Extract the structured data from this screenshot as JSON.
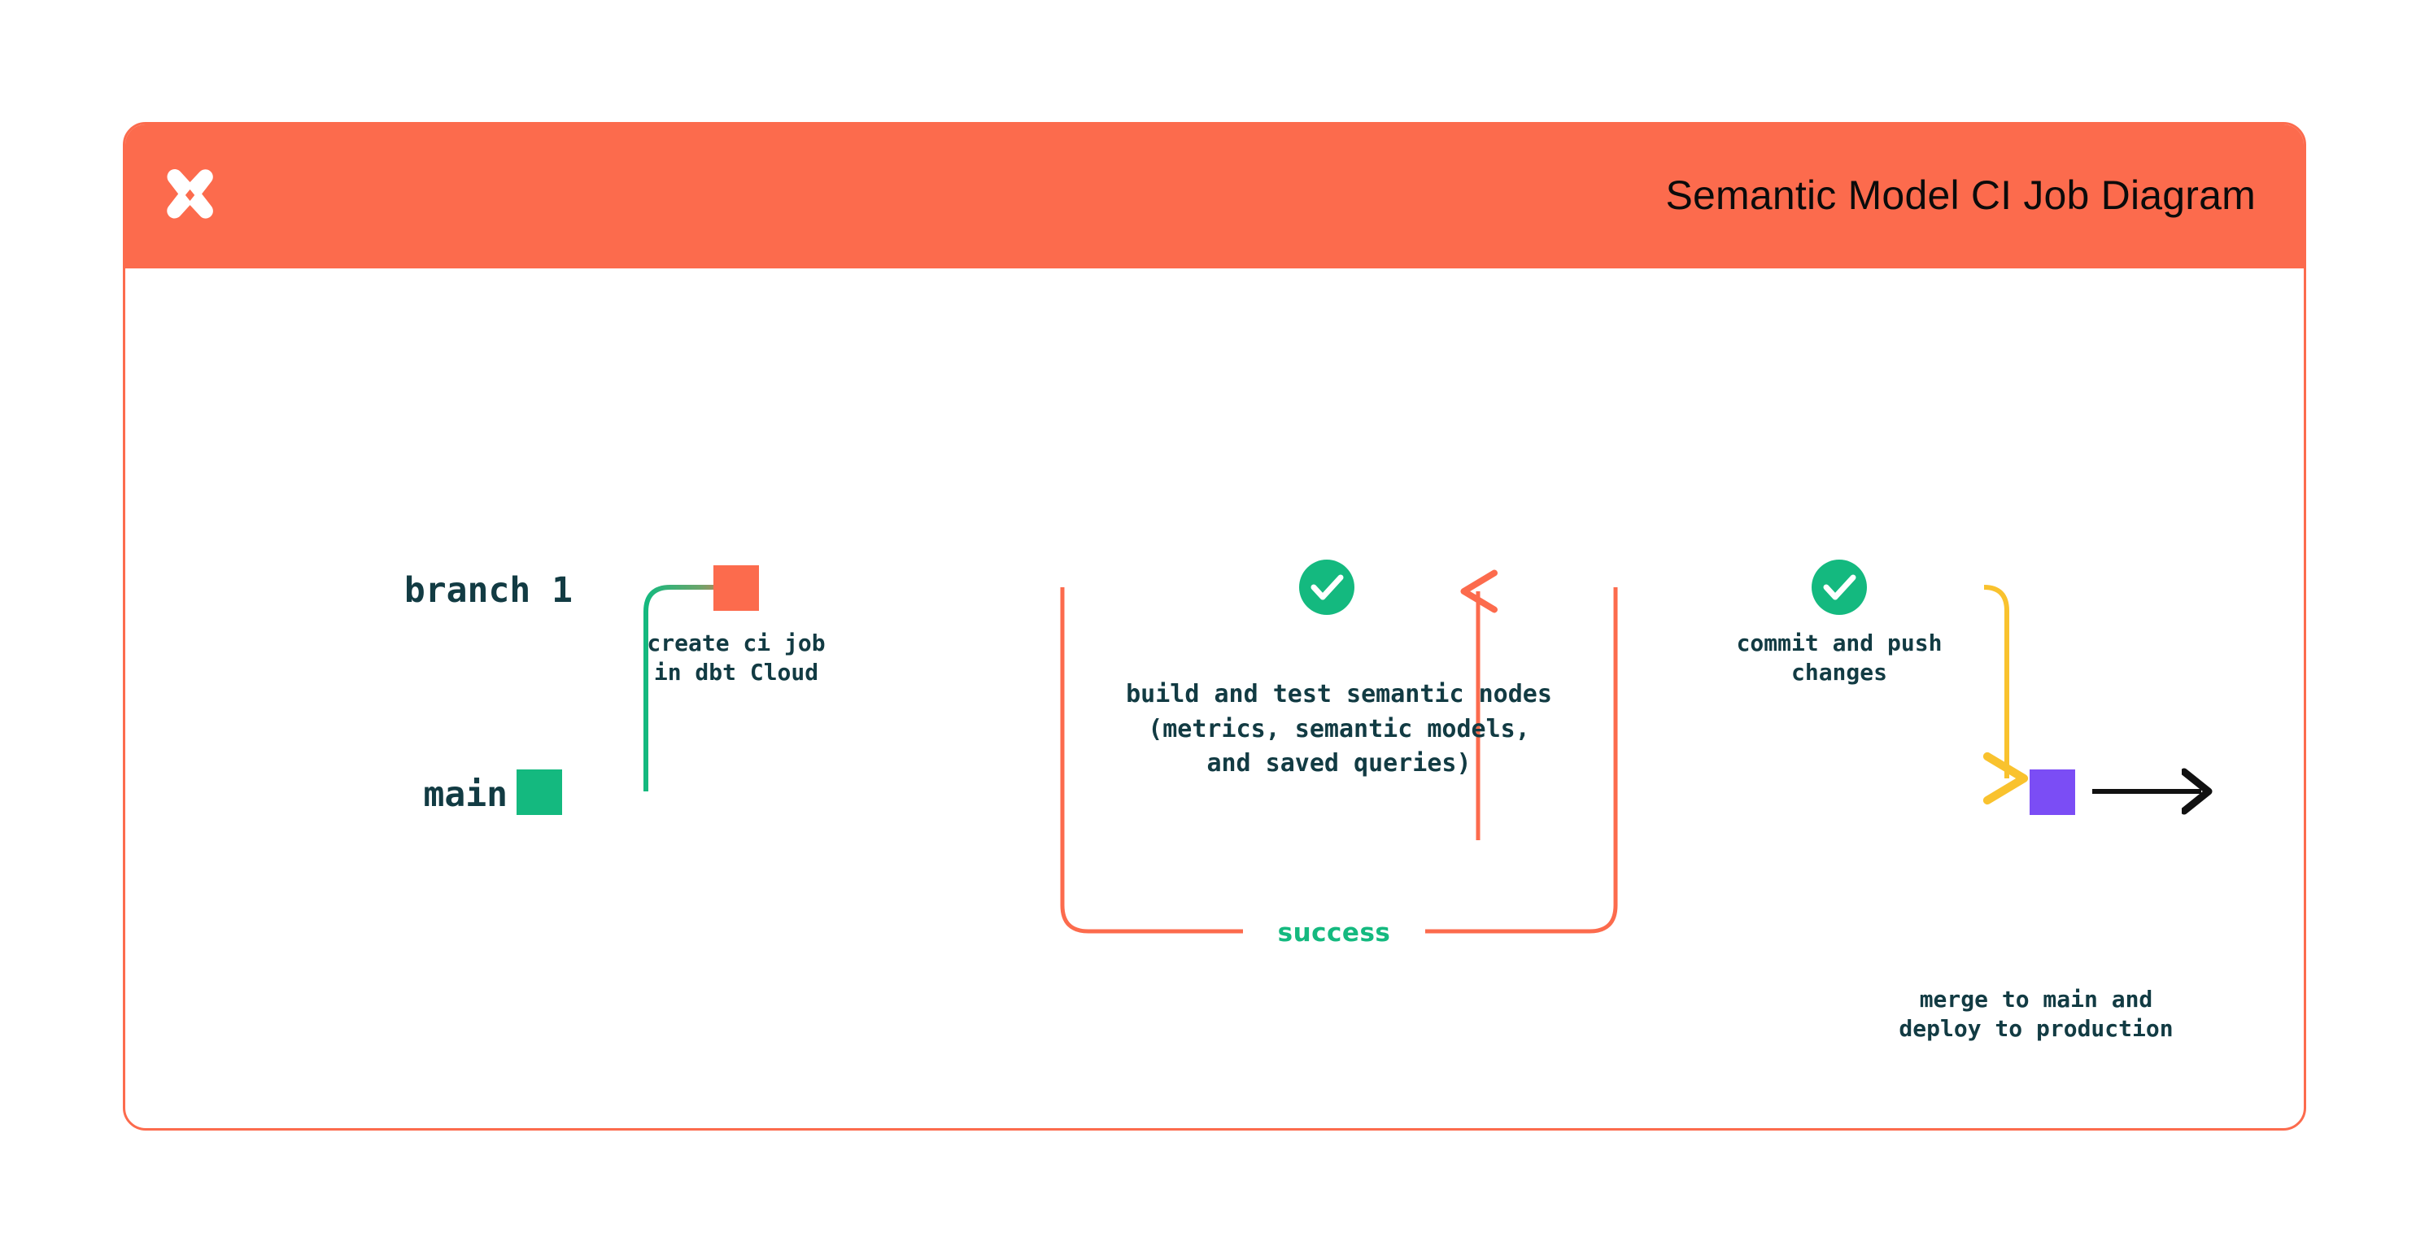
{
  "header": {
    "title": "Semantic Model CI Job Diagram",
    "logo_icon": "dbt-x-logo-icon",
    "background_color": "#FC6B4D",
    "title_color": "#0b0b0b"
  },
  "card": {
    "border_color": "#FC6B4D",
    "background_color": "#FFFFFF"
  },
  "colors": {
    "orange": "#FC6B4D",
    "green": "#14B97F",
    "teal_dark": "#123B43",
    "yellow": "#F9C22E",
    "purple": "#7B4DF5",
    "black": "#111111"
  },
  "diagram": {
    "type": "git-branch-flow",
    "branches": [
      {
        "id": "branch-1",
        "label": "branch 1",
        "line_color_start": "#FC6B4D",
        "line_color_end": "#F9C22E"
      },
      {
        "id": "main",
        "label": "main",
        "line_color": "#14B97F",
        "marker_color": "#14B97F",
        "marker_shape": "square"
      }
    ],
    "nodes": [
      {
        "id": "create-ci-job",
        "branch": "branch-1",
        "marker": "square",
        "marker_color": "#FC6B4D",
        "label": "create ci job\nin dbt Cloud"
      },
      {
        "id": "build-and-test",
        "branch": "branch-1",
        "marker": "check-circle",
        "marker_color": "#14B97F",
        "label": "build and test semantic nodes\n(metrics, semantic models,\nand saved queries)",
        "loop_label": "success",
        "loop_label_color": "#14B97F",
        "loop_border_color": "#FC6B4D"
      },
      {
        "id": "commit-and-push",
        "branch": "branch-1",
        "marker": "check-circle",
        "marker_color": "#14B97F",
        "label": "commit and push\nchanges"
      },
      {
        "id": "merge-to-main",
        "branch": "main",
        "marker": "square",
        "marker_color": "#7B4DF5",
        "label": "merge to main and\ndeploy to production"
      }
    ],
    "edges": [
      {
        "id": "branch-off",
        "from": "main",
        "to": "branch-1",
        "color": "#14B97F"
      },
      {
        "id": "retry-loop",
        "from": "build-and-test",
        "to": "build-and-test",
        "color": "#FC6B4D",
        "label": "success"
      },
      {
        "id": "merge-down",
        "from": "commit-and-push",
        "to": "merge-to-main",
        "color": "#F9C22E",
        "arrow": true
      },
      {
        "id": "main-forward",
        "from": "merge-to-main",
        "to": "production",
        "color": "#111111",
        "arrow": true
      }
    ]
  }
}
